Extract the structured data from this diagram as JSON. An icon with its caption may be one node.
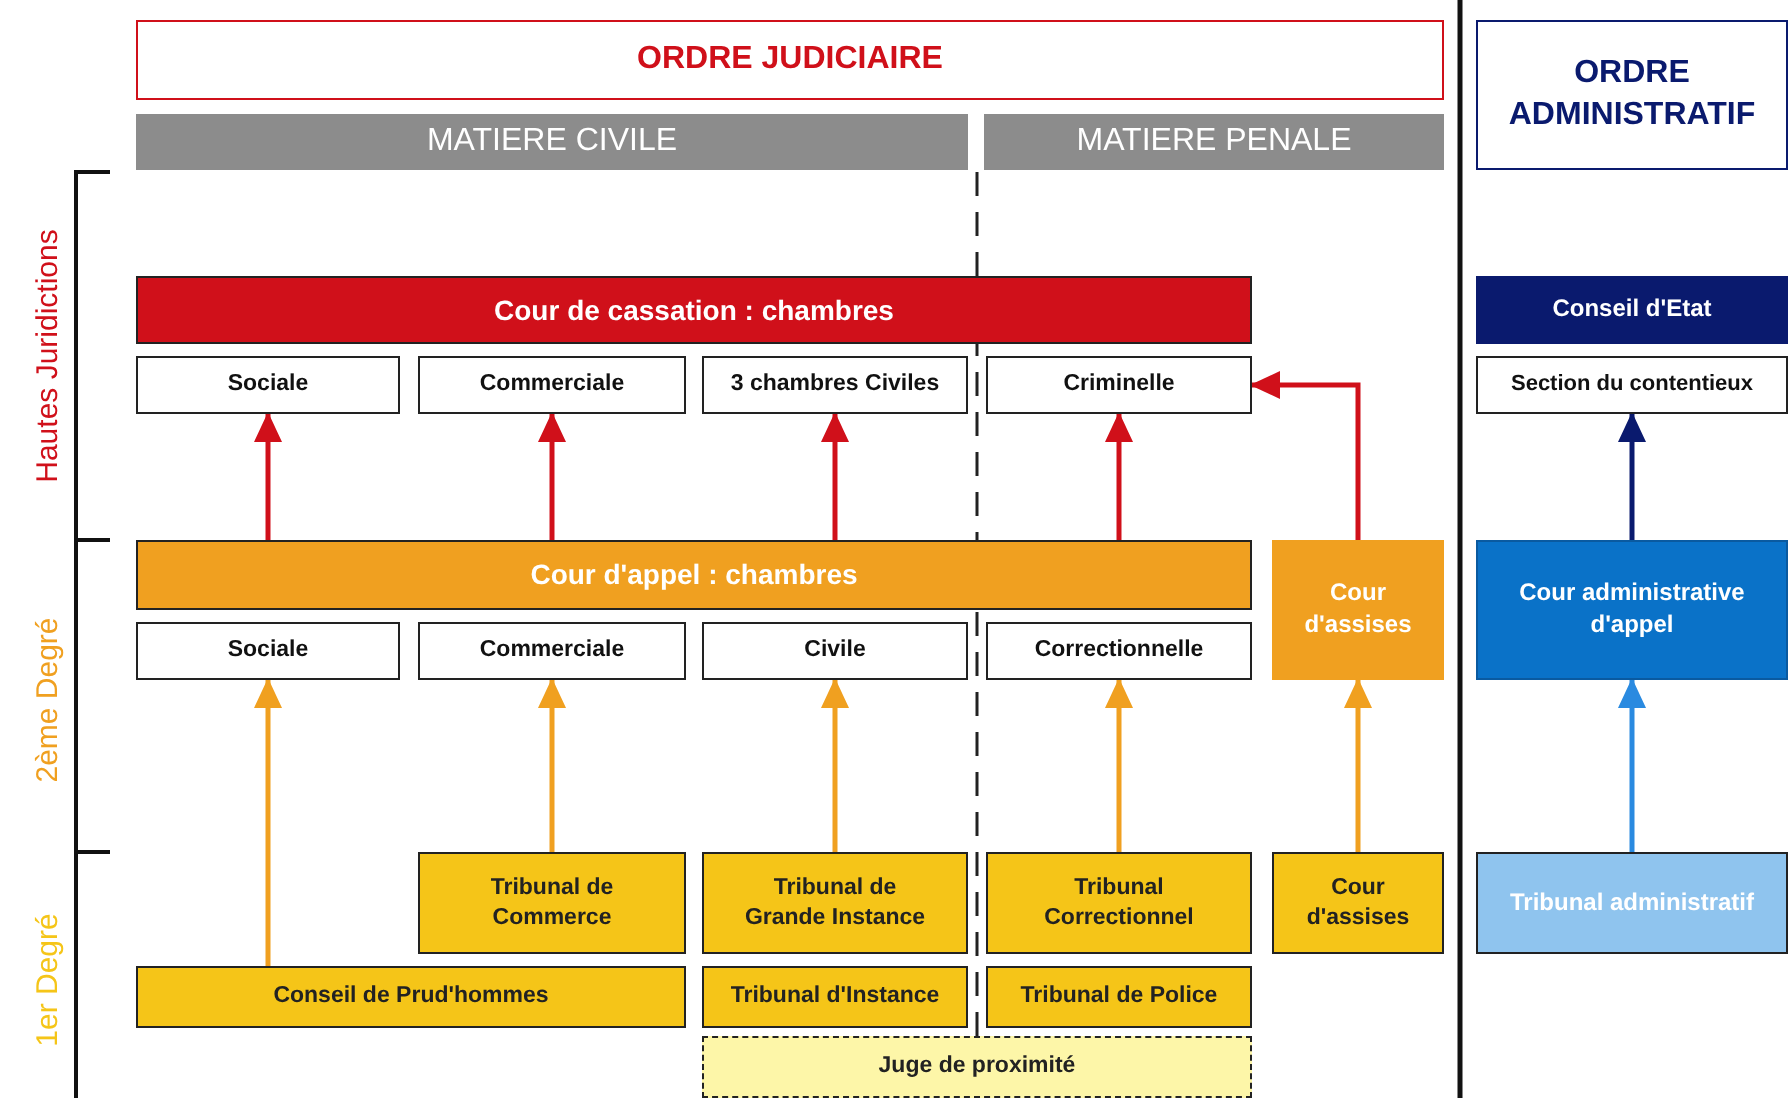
{
  "diagram": {
    "nodes": [
      {
        "text": [
          "ORDRE  JUDICIAIRE"
        ]
      },
      {
        "text": [
          "MATIERE  CIVILE"
        ]
      },
      {
        "text": [
          "MATIERE  PENALE"
        ]
      },
      {
        "text": [
          "ORDRE ADMINISTRATIF"
        ]
      },
      {
        "text": [
          "Cour de cassation : chambres"
        ]
      },
      {
        "text": [
          "Sociale"
        ]
      },
      {
        "text": [
          "Commerciale"
        ]
      },
      {
        "text": [
          "3 chambres Civiles"
        ]
      },
      {
        "text": [
          "Criminelle"
        ]
      },
      {
        "text": [
          "Conseil d'Etat"
        ]
      },
      {
        "text": [
          "Section du contentieux"
        ]
      },
      {
        "text": [
          "Cour d'appel : chambres"
        ]
      },
      {
        "text": [
          "Sociale"
        ]
      },
      {
        "text": [
          "Commerciale"
        ]
      },
      {
        "text": [
          "Civile"
        ]
      },
      {
        "text": [
          "Correctionnelle"
        ]
      },
      {
        "text": [
          "Cour d'assises"
        ]
      },
      {
        "text": [
          "Cour administrative d'appel"
        ]
      },
      {
        "text": [
          "Tribunal de Commerce"
        ]
      },
      {
        "text": [
          "Tribunal de Grande Instance"
        ]
      },
      {
        "text": [
          "Tribunal Correctionnel"
        ]
      },
      {
        "text": [
          "Cour d'assises"
        ]
      },
      {
        "text": [
          "Tribunal administratif"
        ]
      },
      {
        "text": [
          "Conseil de Prud'hommes"
        ]
      },
      {
        "text": [
          "Tribunal d'Instance"
        ]
      },
      {
        "text": [
          "Tribunal de Police"
        ]
      },
      {
        "text": [
          "Juge de proximité"
        ]
      }
    ],
    "edges": [
      {
        "from": 11,
        "to": 5,
        "arrow": "to",
        "color": "#d0101a"
      },
      {
        "from": 11,
        "to": 6,
        "arrow": "to",
        "color": "#d0101a"
      },
      {
        "from": 11,
        "to": 7,
        "arrow": "to",
        "color": "#d0101a"
      },
      {
        "from": 11,
        "to": 8,
        "arrow": "to",
        "color": "#d0101a"
      },
      {
        "from": 16,
        "to": 8,
        "arrow": "to",
        "color": "#d0101a"
      },
      {
        "from": 17,
        "to": 10,
        "arrow": "to",
        "color": "#0a1a6e"
      },
      {
        "from": 23,
        "to": 12,
        "arrow": "to",
        "color": "#f0a020"
      },
      {
        "from": 18,
        "to": 13,
        "arrow": "to",
        "color": "#f0a020"
      },
      {
        "from": 19,
        "to": 14,
        "arrow": "to",
        "color": "#f0a020"
      },
      {
        "from": 20,
        "to": 15,
        "arrow": "to",
        "color": "#f0a020"
      },
      {
        "from": 21,
        "to": 16,
        "arrow": "to",
        "color": "#f0a020"
      },
      {
        "from": 22,
        "to": 17,
        "arrow": "to",
        "color": "#2a8ae0"
      }
    ],
    "labels": [
      "Hautes Juridictions",
      "2ème Degré",
      "1er Degré"
    ]
  }
}
